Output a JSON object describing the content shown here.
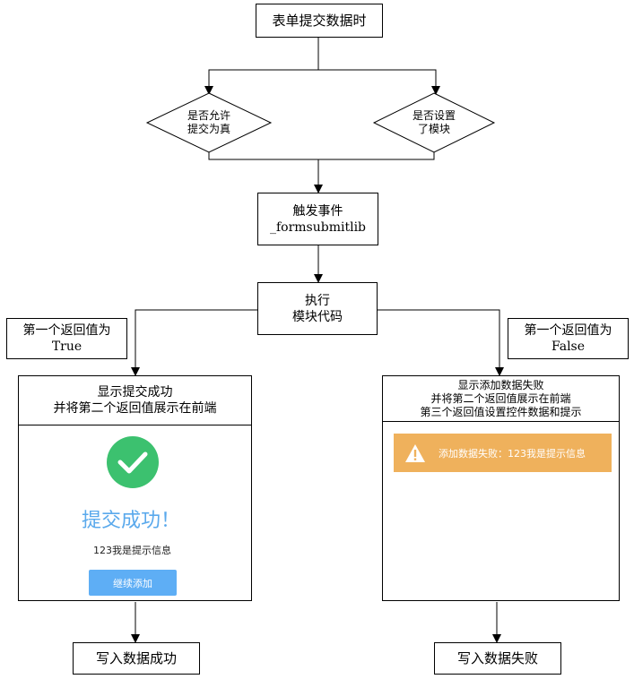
{
  "nodes": {
    "start": "表单提交数据时",
    "cond_left_l1": "是否允许",
    "cond_left_l2": "提交为真",
    "cond_right_l1": "是否设置",
    "cond_right_l2": "了模块",
    "event_l1": "触发事件",
    "event_l2": "_formsubmitlib",
    "exec_l1": "执行",
    "exec_l2": "模块代码",
    "true_label_l1": "第一个返回值为",
    "true_label_l2": "True",
    "false_label_l1": "第一个返回值为",
    "false_label_l2": "False",
    "end_success": "写入数据成功",
    "end_fail": "写入数据失败"
  },
  "success_panel": {
    "header_l1": "显示提交成功",
    "header_l2": "并将第二个返回值展示在前端",
    "title": "提交成功！",
    "message": "123我是提示信息",
    "button": "继续添加",
    "icon": "check-circle-icon",
    "icon_color": "#3cc16f",
    "title_color": "#5aa9ec",
    "button_color": "#5eaef5"
  },
  "fail_panel": {
    "header_l1": "显示添加数据失败",
    "header_l2": "并将第二个返回值展示在前端",
    "header_l3": "第三个返回值设置控件数据和提示",
    "alert": "添加数据失败：123我是提示信息",
    "icon": "warning-icon",
    "alert_color": "#efb15c"
  }
}
